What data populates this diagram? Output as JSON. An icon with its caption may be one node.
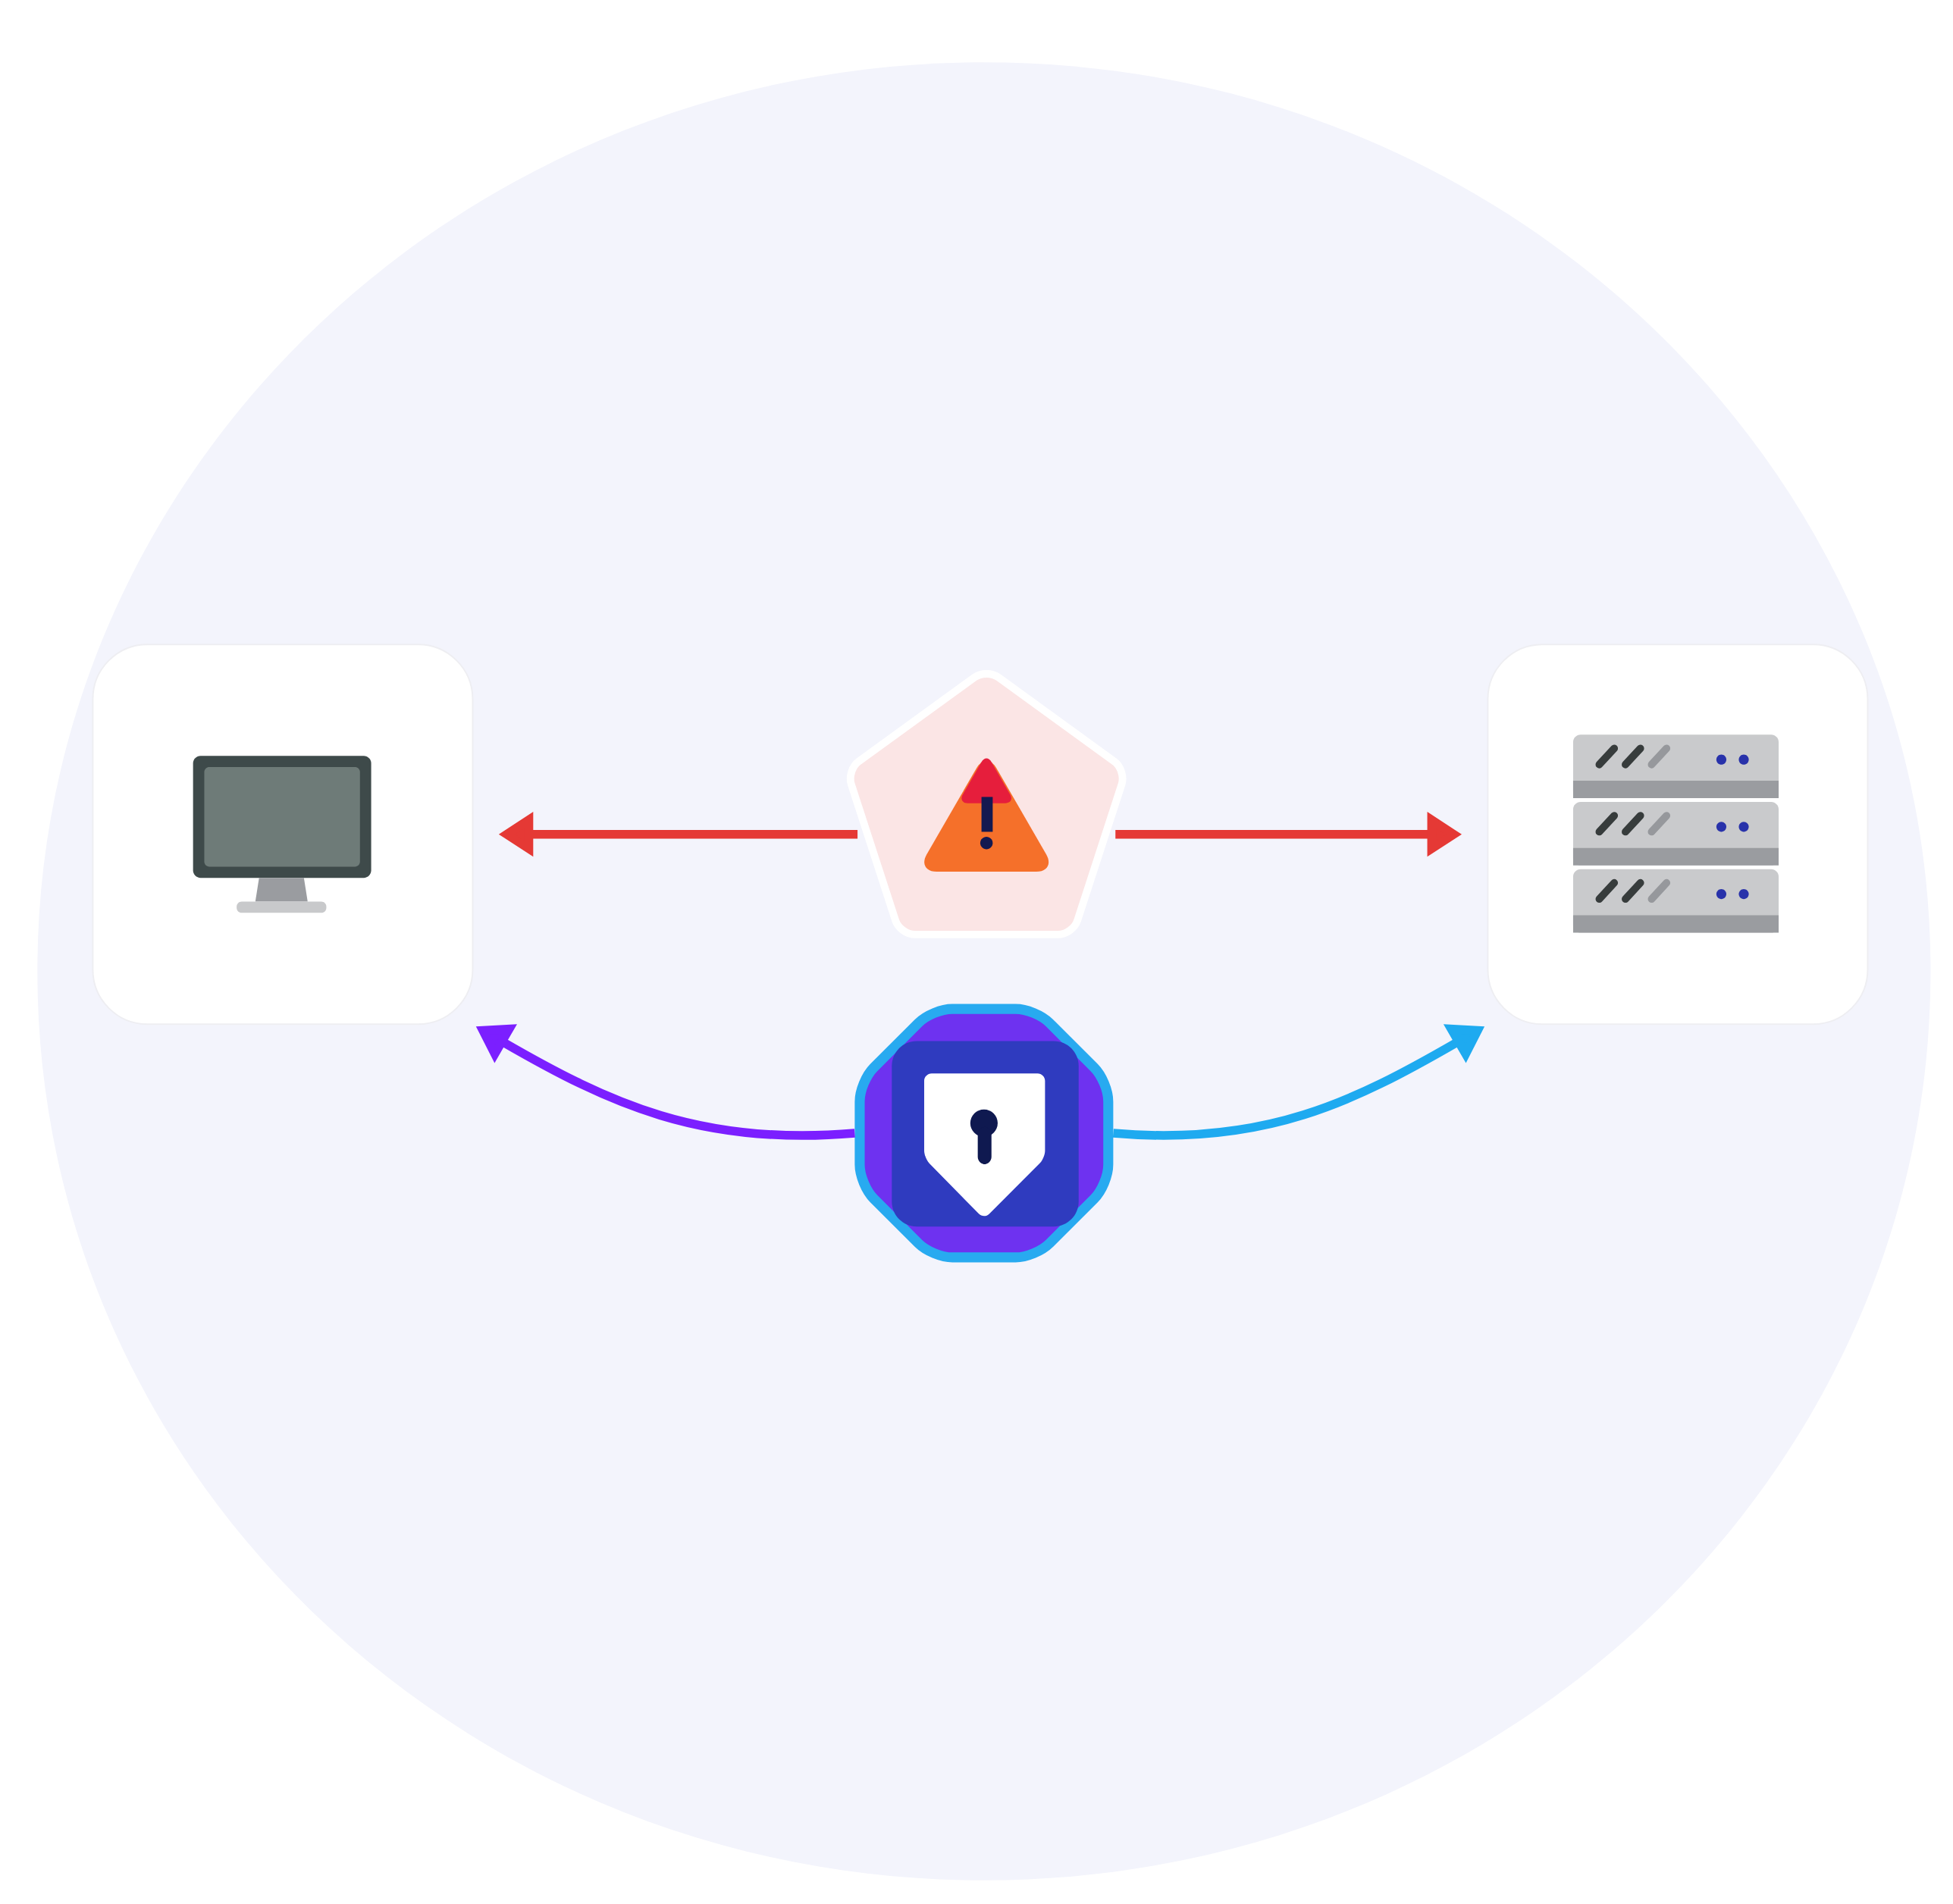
{
  "diagram": {
    "nodes": [
      {
        "text": [],
        "shape": "box"
      },
      {
        "text": [],
        "shape": "pentagon"
      },
      {
        "text": [],
        "shape": "box"
      },
      {
        "text": [],
        "shape": "octagon"
      }
    ],
    "edges": [
      {
        "from": 1,
        "to": 0,
        "arrow": "to",
        "color": "#e53935"
      },
      {
        "from": 1,
        "to": 2,
        "arrow": "to",
        "color": "#e53935"
      },
      {
        "from": 3,
        "to": 0,
        "arrow": "to",
        "color": "#7b1fff"
      },
      {
        "from": 3,
        "to": 2,
        "arrow": "to",
        "color": "#1eaaf0"
      }
    ]
  }
}
